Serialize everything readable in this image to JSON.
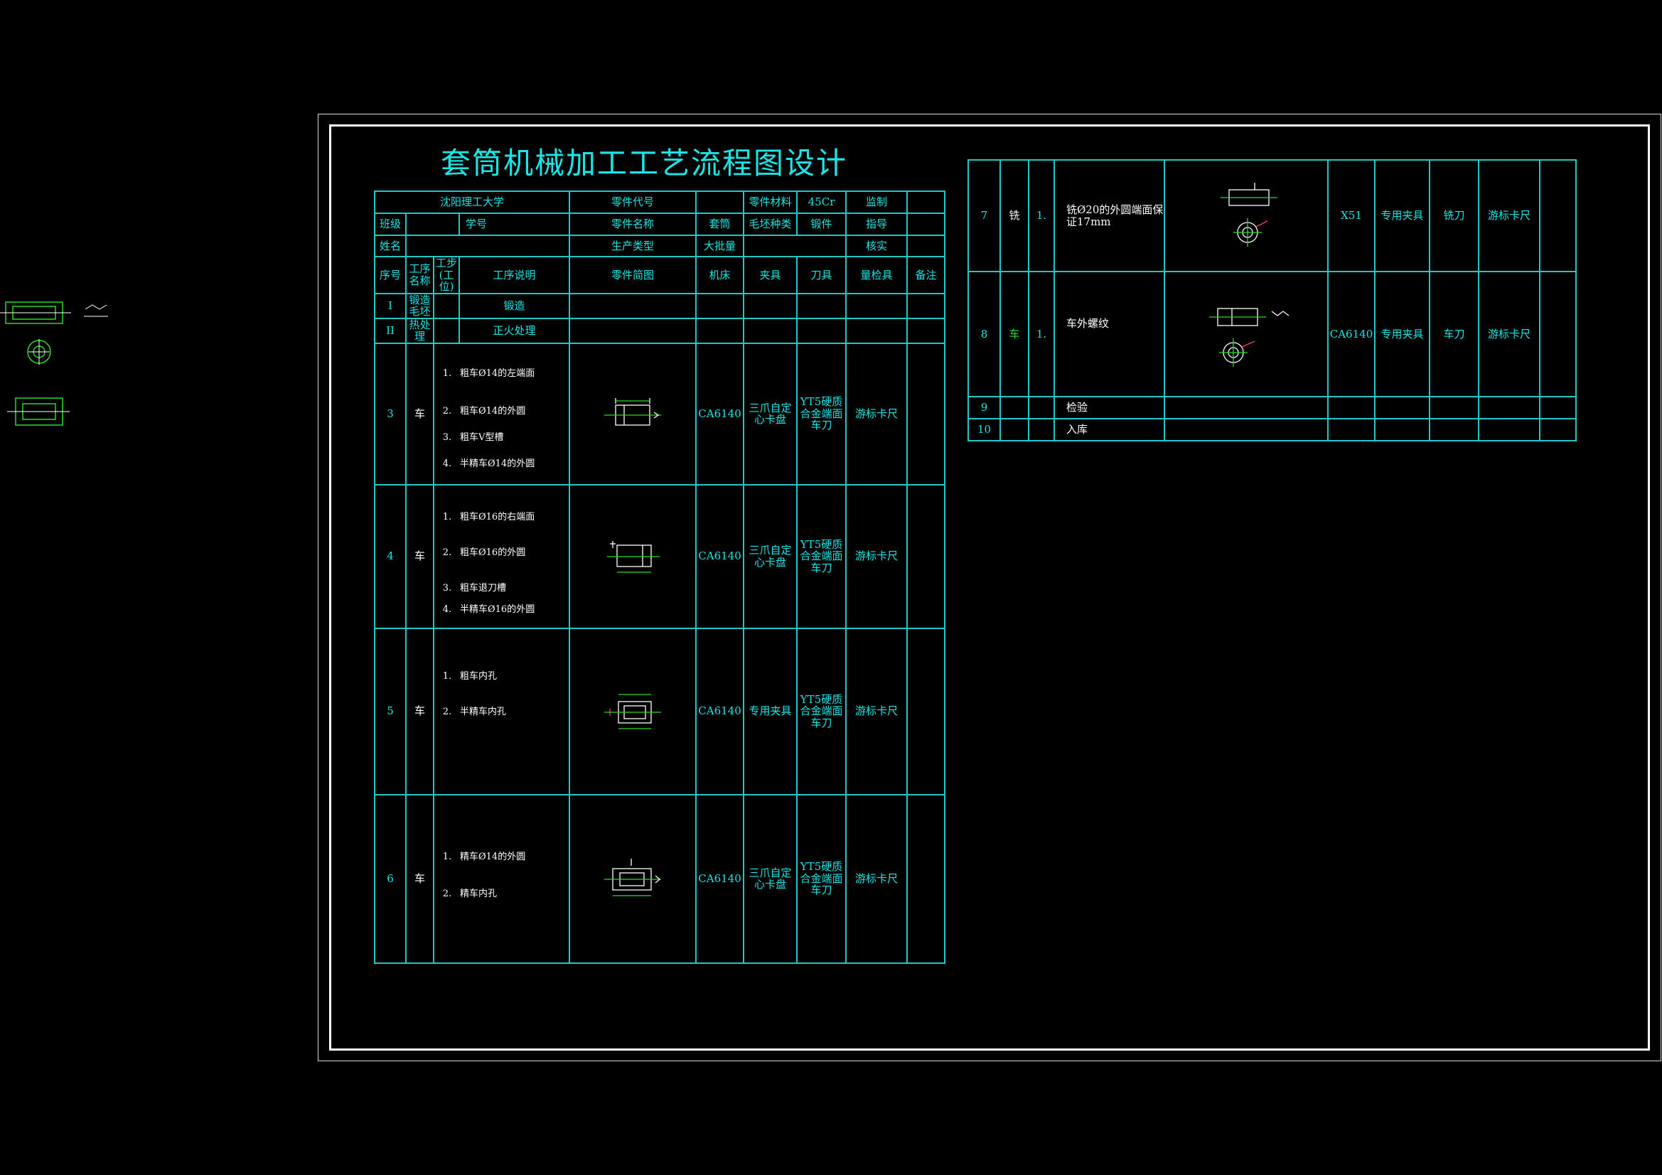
{
  "title": "套筒机械加工工艺流程图设计",
  "header": {
    "school": "沈阳理工大学",
    "part_code_label": "零件代号",
    "part_code_value": "",
    "material_label": "零件材料",
    "material_value": "45Cr",
    "drawn_label": "监制",
    "class_label": "班级",
    "student_id_label": "学号",
    "part_name_label": "零件名称",
    "part_name_value": "套筒",
    "blank_type_label": "毛坯种类",
    "blank_type_value": "锻件",
    "guide_label": "指导",
    "name_label": "姓名",
    "production_type_label": "生产类型",
    "production_type_value": "大批量",
    "check_label": "核实"
  },
  "columns": {
    "seq": "序号",
    "proc_name": "工序名称",
    "step": "工步(工位)",
    "desc": "工序说明",
    "sketch": "零件简图",
    "machine": "机床",
    "fixture": "夹具",
    "tool": "刀具",
    "gauge": "量检具",
    "remark": "备注"
  },
  "rows": [
    {
      "seq": "I",
      "name": "锻造毛坯",
      "desc": "锻造"
    },
    {
      "seq": "II",
      "name": "热处理",
      "desc": "正火处理"
    },
    {
      "seq": "3",
      "name": "车",
      "steps": [
        "粗车Ø14的左端面",
        "粗车Ø14的外圆",
        "粗车V型槽",
        "半精车Ø14的外圆"
      ],
      "machine": "CA6140",
      "fixture": "三爪自定心卡盘",
      "tool": "YT5硬质合金端面车刀",
      "gauge": "游标卡尺"
    },
    {
      "seq": "4",
      "name": "车",
      "steps": [
        "粗车Ø16的右端面",
        "粗车Ø16的外圆",
        "粗车退刀槽",
        "半精车Ø16的外圆"
      ],
      "machine": "CA6140",
      "fixture": "三爪自定心卡盘",
      "tool": "YT5硬质合金端面车刀",
      "gauge": "游标卡尺"
    },
    {
      "seq": "5",
      "name": "车",
      "steps": [
        "粗车内孔",
        "半精车内孔"
      ],
      "machine": "CA6140",
      "fixture": "专用夹具",
      "tool": "YT5硬质合金端面车刀",
      "gauge": "游标卡尺"
    },
    {
      "seq": "6",
      "name": "车",
      "steps": [
        "精车Ø14的外圆",
        "精车内孔"
      ],
      "machine": "CA6140",
      "fixture": "三爪自定心卡盘",
      "tool": "YT5硬质合金端面车刀",
      "gauge": "游标卡尺"
    }
  ],
  "rows_right": [
    {
      "seq": "7",
      "name": "铣",
      "step": "1.",
      "desc": "铣Ø20的外圆端面保证17mm",
      "machine": "X51",
      "fixture": "专用夹具",
      "tool": "铣刀",
      "gauge": "游标卡尺"
    },
    {
      "seq": "8",
      "name": "车",
      "step": "1.",
      "desc": "车外螺纹",
      "machine": "CA6140",
      "fixture": "专用夹具",
      "tool": "车刀",
      "gauge": "游标卡尺"
    },
    {
      "seq": "9",
      "desc": "检验"
    },
    {
      "seq": "10",
      "desc": "入库"
    }
  ],
  "step_numbers": [
    "1.",
    "2.",
    "3.",
    "4."
  ],
  "colors": {
    "cyan": "#19e6e6",
    "line": "#1fc7c7",
    "white": "#ffffff",
    "green": "#2bdb2b",
    "background": "#000000"
  }
}
